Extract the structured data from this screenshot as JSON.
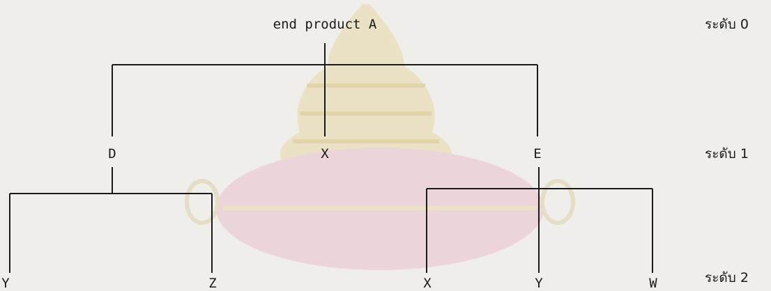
{
  "tree": {
    "root": "end product A",
    "level1": [
      "D",
      "X",
      "E"
    ],
    "level2_under_d": [
      "Y",
      "Z"
    ],
    "level2_under_e": [
      "X",
      "Y",
      "W"
    ]
  },
  "levels": [
    "ระดับ 0",
    "ระดับ 1",
    "ระดับ 2"
  ],
  "colors": {
    "line": "#1a1a1a",
    "text": "#1a1a1a",
    "watermark_gold": "#d9c27a",
    "watermark_pink": "#e2b7c3"
  },
  "watermark_icon": "university-seal-icon"
}
